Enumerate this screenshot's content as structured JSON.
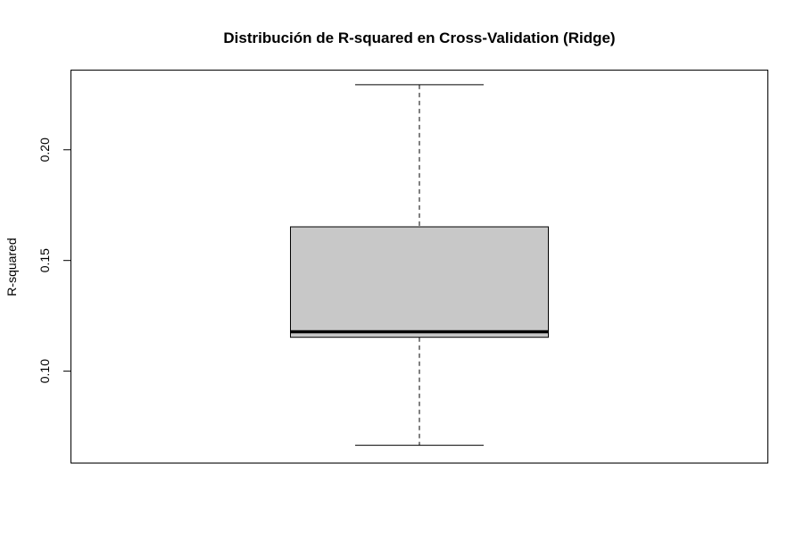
{
  "chart_data": {
    "type": "box",
    "title": "Distribución de R-squared en Cross-Validation (Ridge)",
    "xlabel": "",
    "ylabel": "R-squared",
    "ylim": [
      0.0585,
      0.236
    ],
    "yticks": [
      0.1,
      0.15,
      0.2
    ],
    "ytick_labels": [
      "0.10",
      "0.15",
      "0.20"
    ],
    "box": {
      "min": 0.0665,
      "q1": 0.1153,
      "median": 0.1178,
      "q3": 0.1652,
      "max": 0.2294
    },
    "grid": false,
    "colors": {
      "box_fill": "#c8c8c8",
      "stroke": "#000000"
    }
  }
}
